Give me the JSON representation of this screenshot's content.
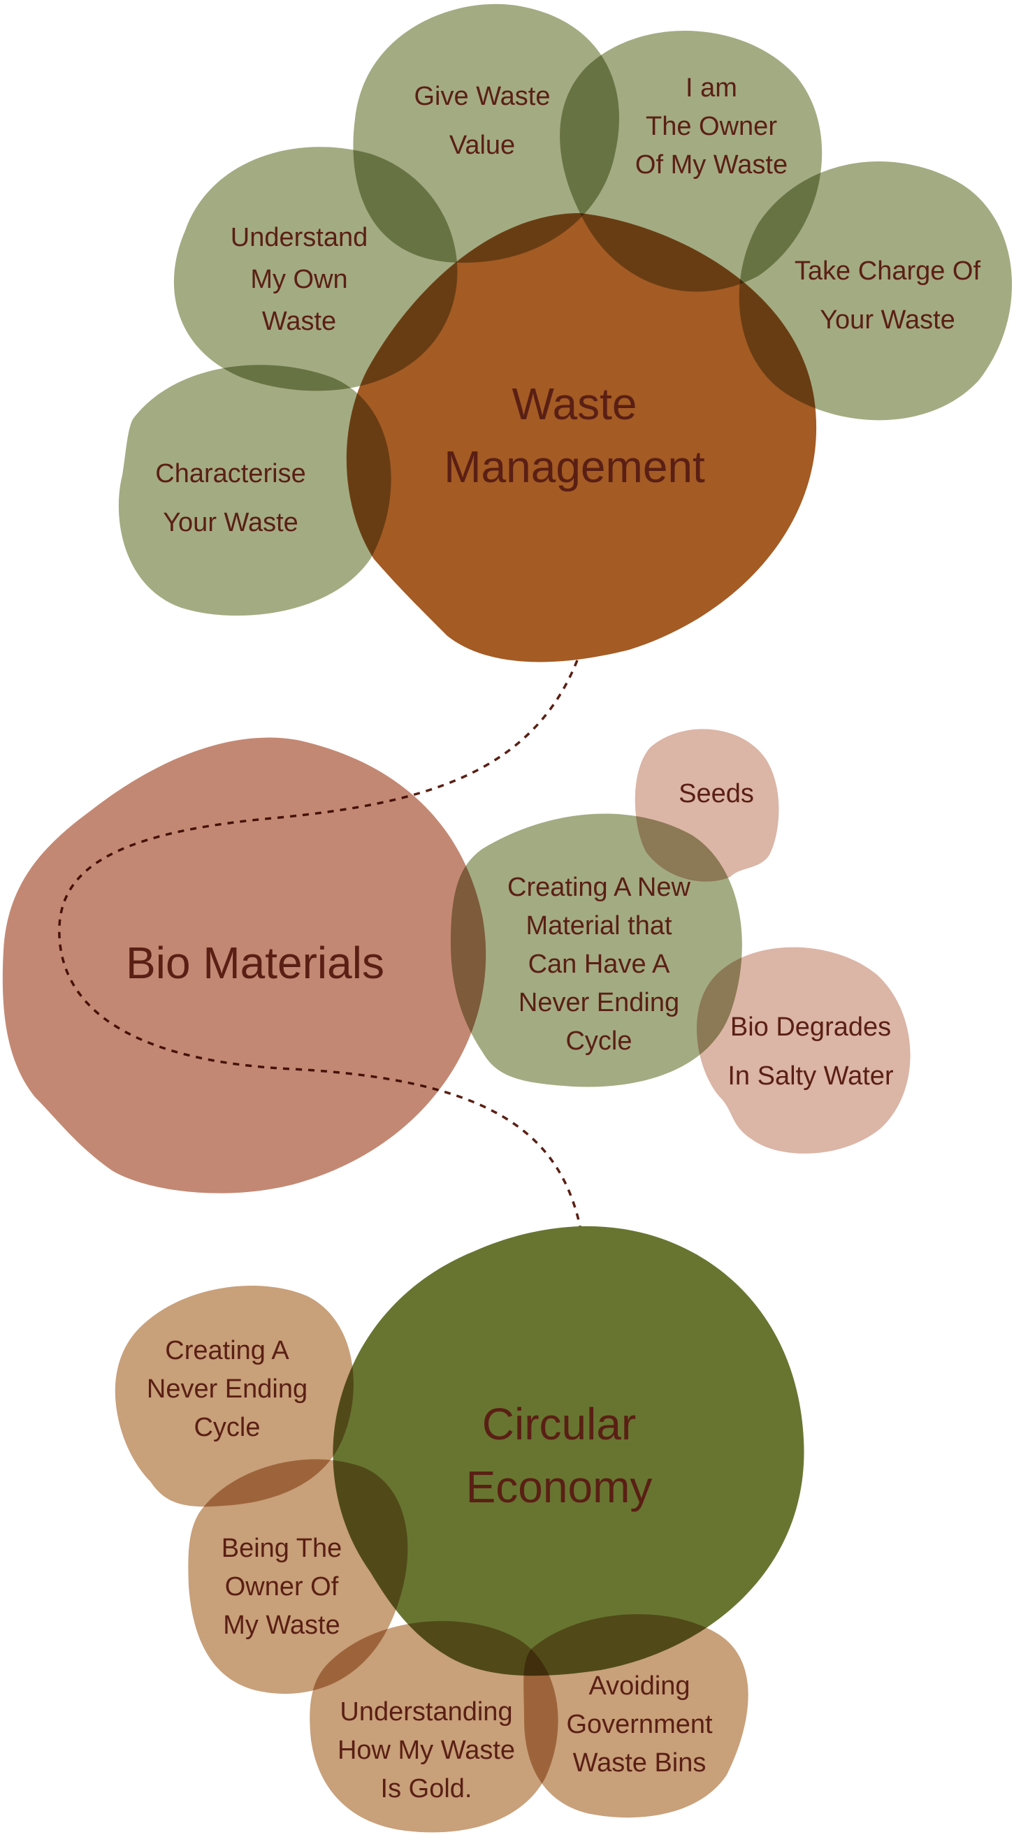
{
  "colors": {
    "sage": "#a3ab82",
    "rust": "#a45b24",
    "terracotta": "#c38873",
    "blush": "#dbb5a6",
    "olive": "#677531",
    "tan": "#c8a07a",
    "text": "#5a1f14"
  },
  "waste_management": {
    "title": [
      "Waste",
      "Management"
    ],
    "give_waste_value": [
      "Give Waste",
      "Value"
    ],
    "owner_of_my_waste": [
      "I am",
      "The Owner",
      "Of My Waste"
    ],
    "understand_my_own_waste": [
      "Understand",
      "My Own",
      "Waste"
    ],
    "take_charge": [
      "Take Charge Of",
      "Your Waste"
    ],
    "characterise": [
      "Characterise",
      "Your Waste"
    ]
  },
  "bio_materials": {
    "title": [
      "Bio Materials"
    ],
    "seeds": [
      "Seeds"
    ],
    "new_material": [
      "Creating A New",
      "Material that",
      "Can Have A",
      "Never Ending",
      "Cycle"
    ],
    "bio_degrades": [
      "Bio Degrades",
      "In Salty Water"
    ]
  },
  "circular_economy": {
    "title": [
      "Circular",
      "Economy"
    ],
    "never_ending_cycle": [
      "Creating A",
      "Never Ending",
      "Cycle"
    ],
    "being_owner": [
      "Being The",
      "Owner Of",
      "My Waste"
    ],
    "understanding_gold": [
      "Understanding",
      "How My Waste",
      "Is Gold."
    ],
    "avoiding_bins": [
      "Avoiding",
      "Government",
      "Waste Bins"
    ]
  }
}
